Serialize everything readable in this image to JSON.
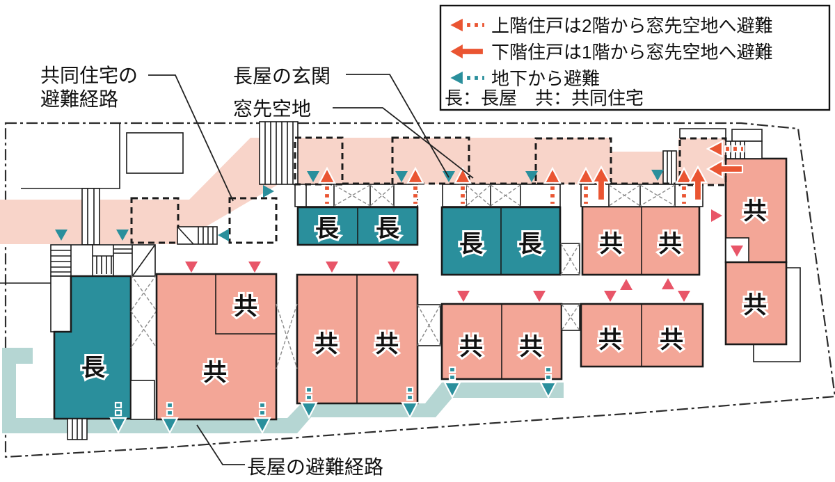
{
  "legend": {
    "items": [
      {
        "icon": "arrow-left-dotted-red",
        "label": "上階住戸は2階から窓先空地へ避難"
      },
      {
        "icon": "arrow-left-solid-red",
        "label": "下階住戸は1階から窓先空地へ避難"
      },
      {
        "icon": "arrow-left-dotted-teal",
        "label": "地下から避難"
      }
    ],
    "abbreviations": "長：長屋　共：共同住宅"
  },
  "labels": {
    "apartment_route": [
      "共同住宅の",
      "避難経路"
    ],
    "rowhouse_entrance": "長屋の玄関",
    "window_space": "窓先空地",
    "rowhouse_route": "長屋の避難経路"
  },
  "plan": {
    "unit_labels": [
      "長",
      "長",
      "長",
      "長",
      "共",
      "共",
      "共",
      "共",
      "長",
      "共",
      "共",
      "共",
      "共",
      "共",
      "共",
      "共",
      "共"
    ]
  },
  "colors": {
    "apartment_fill": "#f3a697",
    "rowhouse_fill": "#2a8f9c",
    "apartment_route_band": "#f8d4c9",
    "rowhouse_route_band": "#b5d6d3",
    "red_arrow": "#ea5532",
    "teal_arrow": "#2a8f9c",
    "pink_triangle": "#e85568"
  }
}
